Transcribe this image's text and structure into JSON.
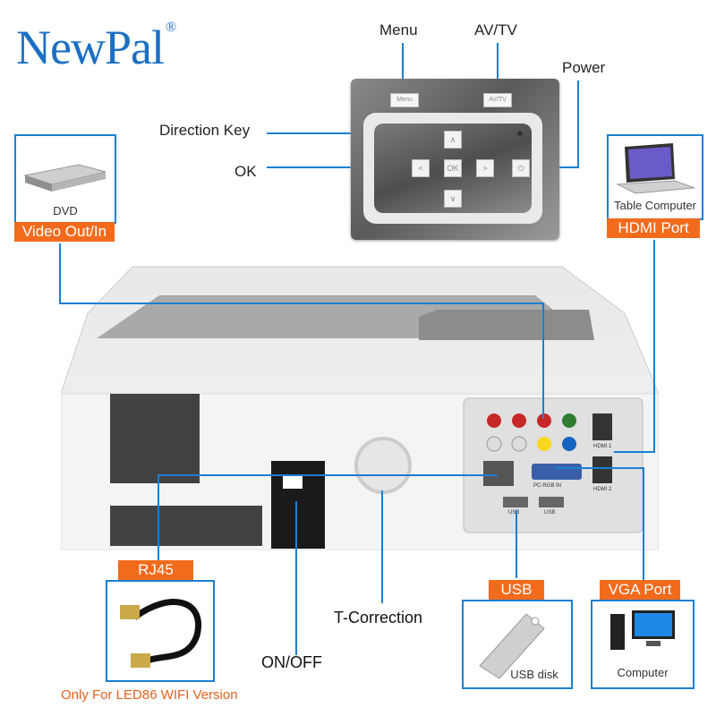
{
  "brand": {
    "name": "NewPal",
    "registered": "®"
  },
  "callouts": {
    "menu": "Menu",
    "av_tv": "AV/TV",
    "power": "Power",
    "direction_key": "Direction Key",
    "ok": "OK",
    "t_correction": "T-Correction",
    "on_off": "ON/OFF"
  },
  "panel_keys": {
    "menu": "Menu",
    "av_tv": "AV/TV",
    "up": "∧",
    "left": "<",
    "ok": "OK",
    "right": ">",
    "down": "∨",
    "power": "⏻"
  },
  "devices": {
    "dvd": {
      "caption": "DVD",
      "tag": "Video Out/In"
    },
    "laptop": {
      "caption": "Table Computer",
      "tag": "HDMI Port"
    },
    "rj45": {
      "tag": "RJ45",
      "note": "Only For LED86 WIFI Version"
    },
    "usb": {
      "tag": "USB",
      "caption": "USB disk"
    },
    "vga": {
      "tag": "VGA Port",
      "caption": "Computer"
    }
  },
  "port_labels": {
    "hdmi1": "HDMI 1",
    "hdmi2": "HDMI 2",
    "pc_rgb": "PC-RGB IN",
    "usb1": "USB",
    "usb2": "USB"
  },
  "colors": {
    "brand_blue": "#1b6fc4",
    "line_blue": "#1b7fd4",
    "tag_orange": "#f26b1d"
  }
}
